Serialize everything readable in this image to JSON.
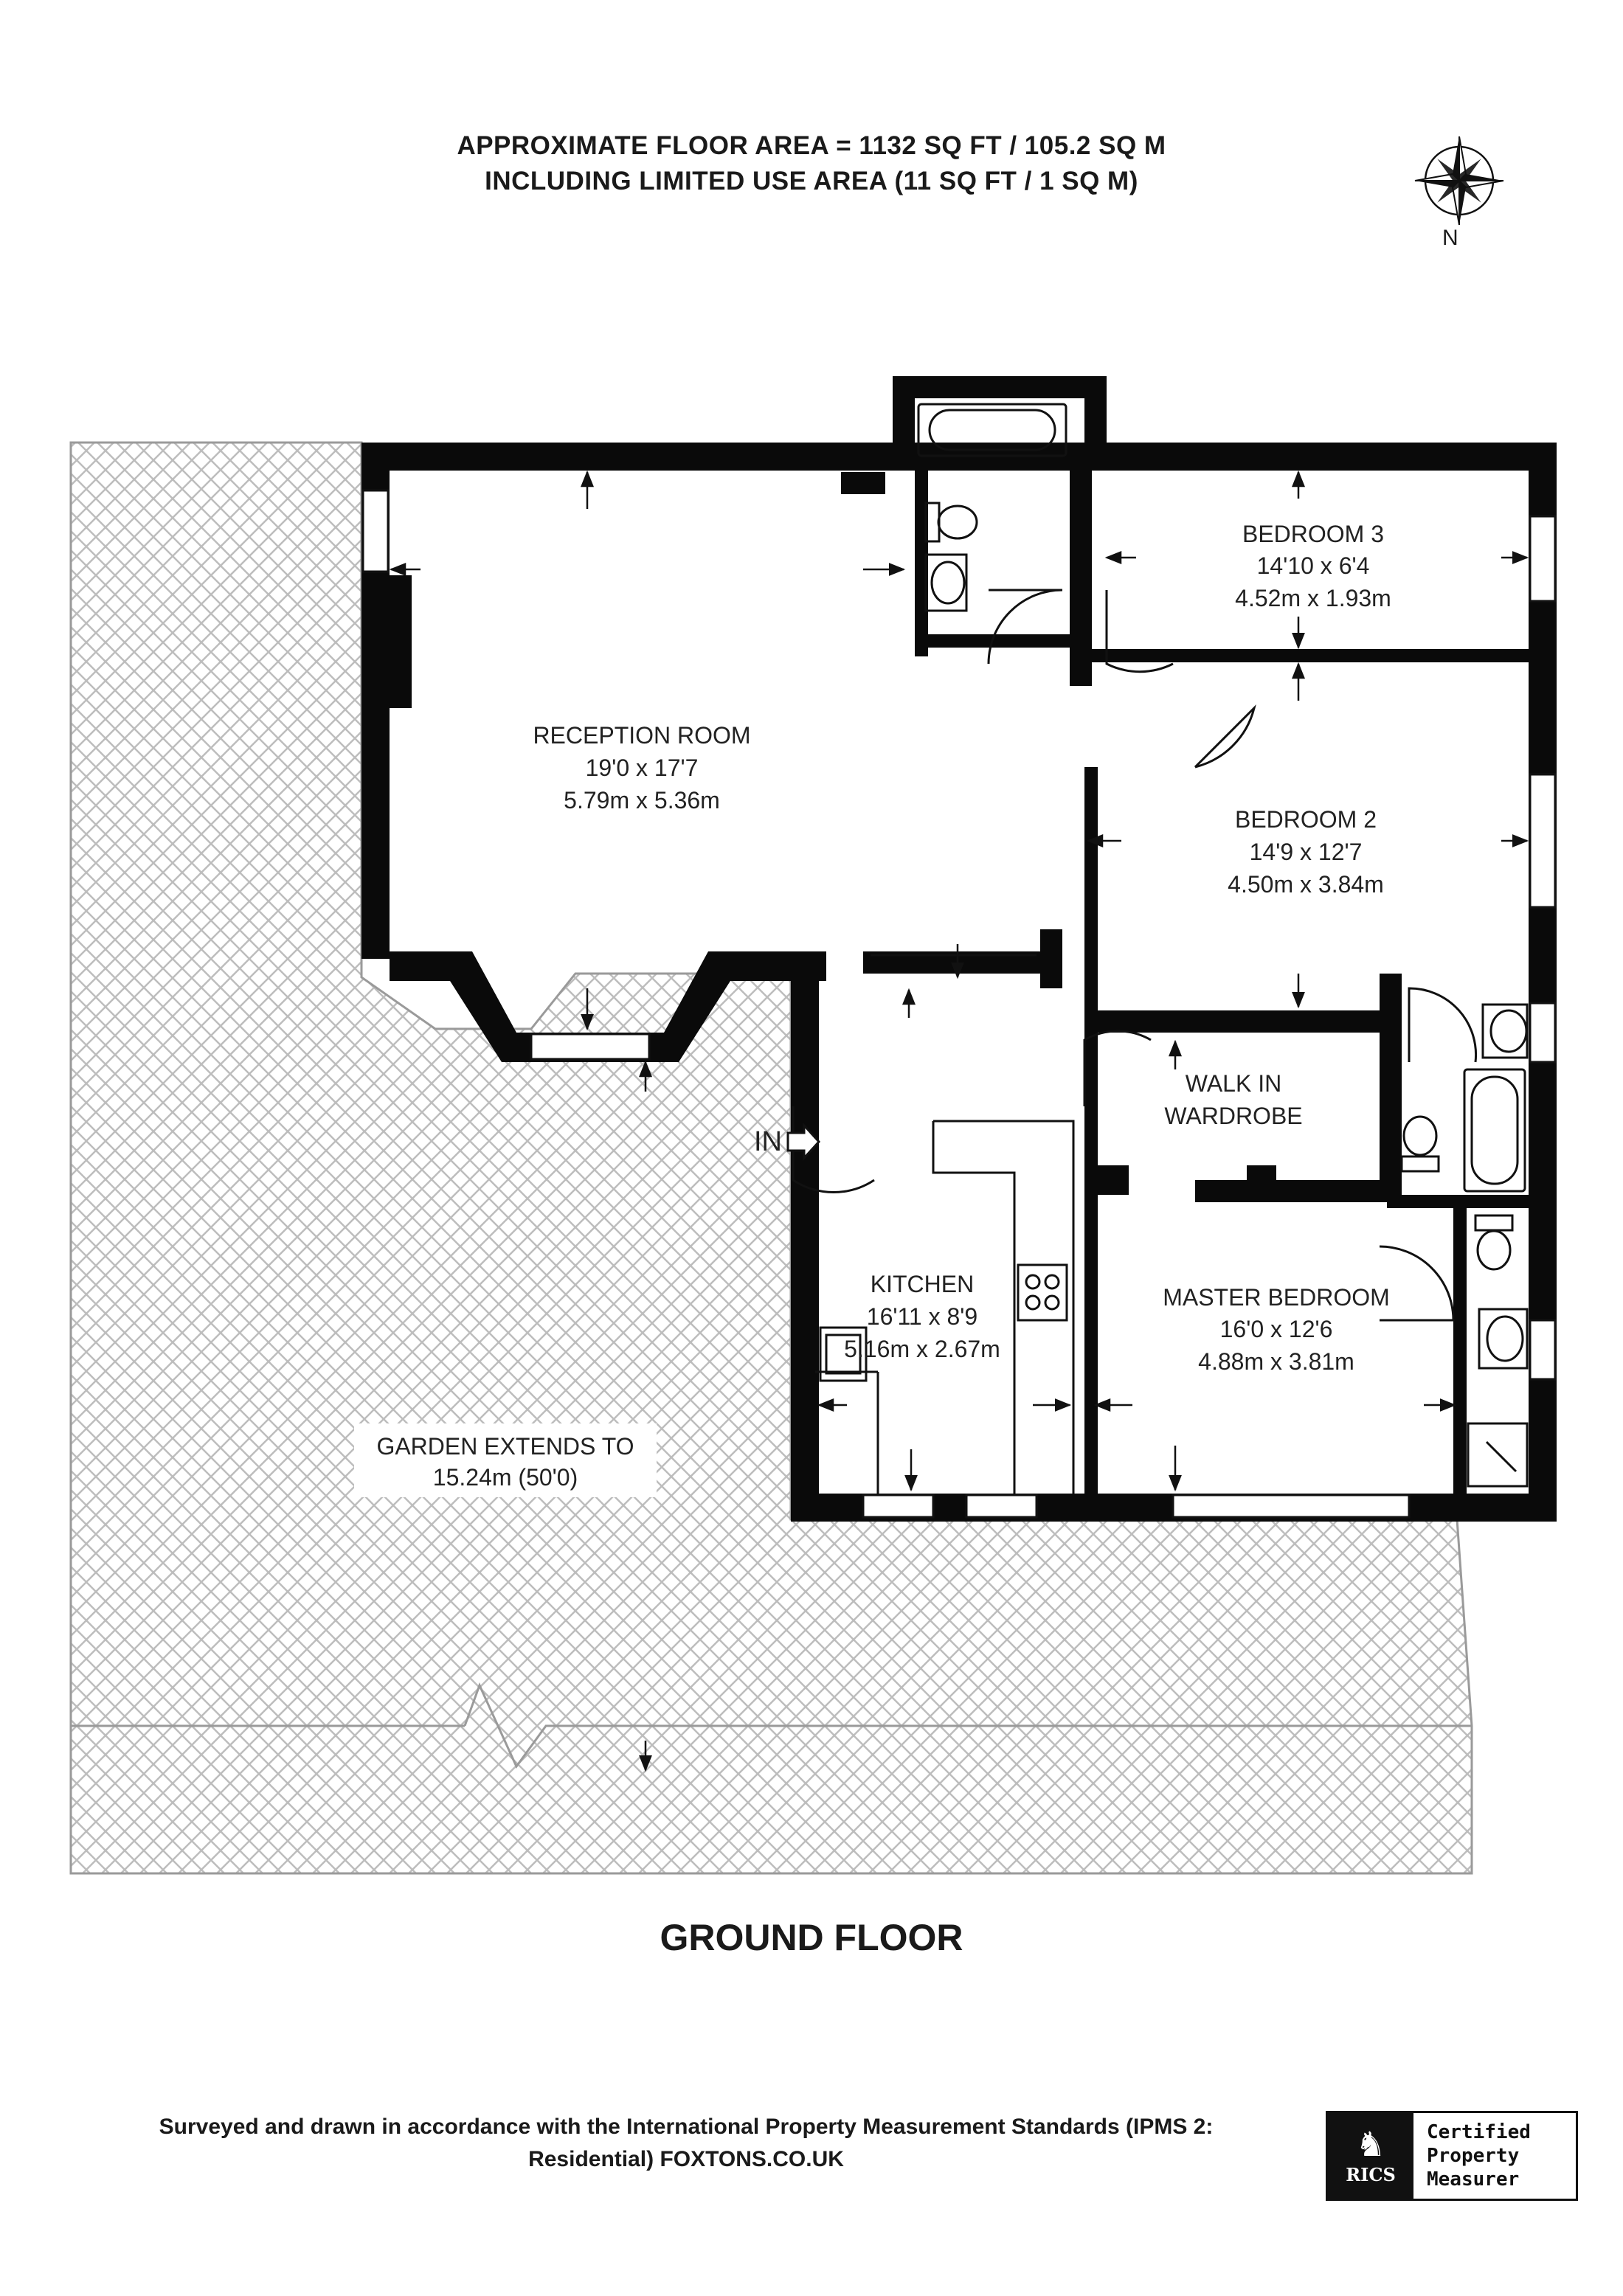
{
  "header": {
    "line1": "APPROXIMATE FLOOR AREA = 1132 SQ FT / 105.2 SQ M",
    "line2": "INCLUDING LIMITED USE AREA (11 SQ FT / 1 SQ M)"
  },
  "compass": {
    "north_label": "N"
  },
  "rooms": {
    "reception": {
      "name": "RECEPTION ROOM",
      "imperial": "19'0 x 17'7",
      "metric": "5.79m x 5.36m"
    },
    "bedroom3": {
      "name": "BEDROOM 3",
      "imperial": "14'10 x 6'4",
      "metric": "4.52m x 1.93m"
    },
    "bedroom2": {
      "name": "BEDROOM 2",
      "imperial": "14'9 x 12'7",
      "metric": "4.50m x 3.84m"
    },
    "wardrobe": {
      "line1": "WALK IN",
      "line2": "WARDROBE"
    },
    "kitchen": {
      "name": "KITCHEN",
      "imperial": "16'11 x 8'9",
      "metric": "5.16m x 2.67m"
    },
    "master": {
      "name": "MASTER BEDROOM",
      "imperial": "16'0 x 12'6",
      "metric": "4.88m x 3.81m"
    },
    "garden": {
      "line1": "GARDEN EXTENDS TO",
      "line2": "15.24m (50'0)"
    }
  },
  "entrance_label": "IN",
  "floor_title": "GROUND FLOOR",
  "footer": {
    "line1": "Surveyed and drawn in accordance with the International Property Measurement Standards (IPMS 2:",
    "line2": "Residential) FOXTONS.CO.UK"
  },
  "badge": {
    "org": "RICS",
    "line1": "Certified",
    "line2": "Property",
    "line3": "Measurer"
  },
  "colors": {
    "wall": "#0a0a0a",
    "garden_hatch": "#bdbdbd",
    "text": "#1a1a1a"
  }
}
